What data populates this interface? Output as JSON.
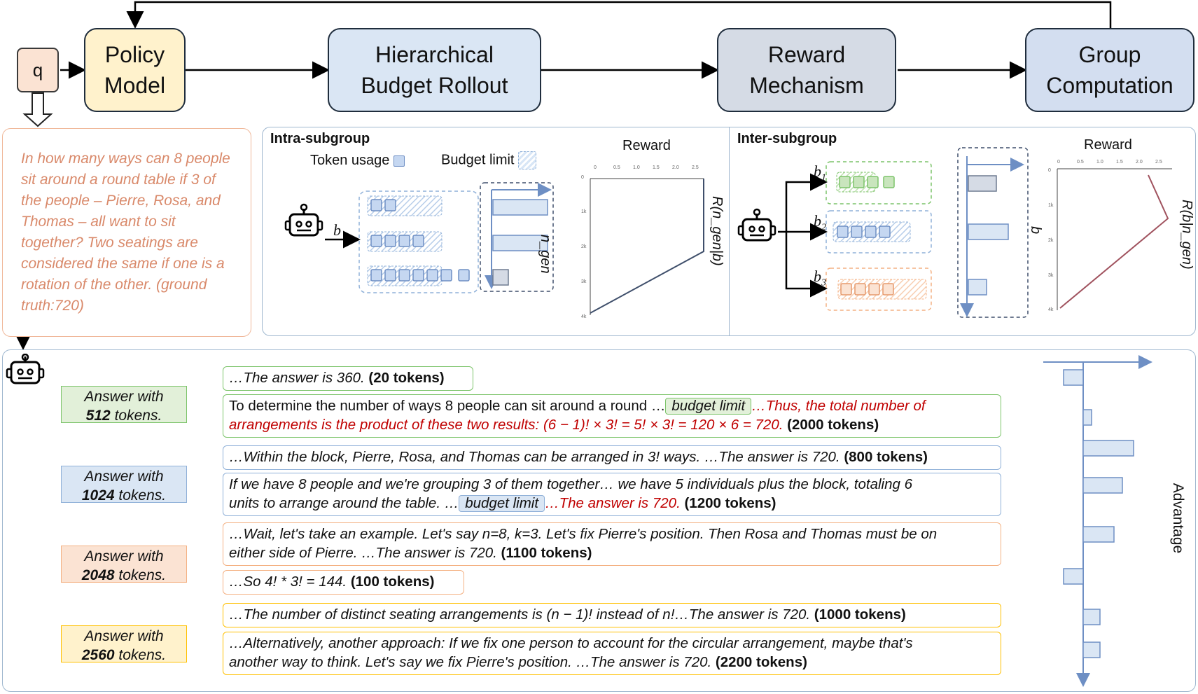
{
  "flow": {
    "q": "q",
    "policy_line1": "Policy",
    "policy_line2": "Model",
    "hbr_line1": "Hierarchical",
    "hbr_line2": "Budget Rollout",
    "reward_line1": "Reward",
    "reward_line2": "Mechanism",
    "group_line1": "Group",
    "group_line2": "Computation"
  },
  "question": "In how many ways can 8 people sit around a round table if 3 of the people – Pierre, Rosa, and Thomas – all want to sit together? Two seatings are considered the same if one is a rotation of the other. (ground truth:720)",
  "intra": {
    "title": "Intra-subgroup",
    "token_usage": "Token usage",
    "budget_limit": "Budget limit",
    "b": "b",
    "reward_title": "Reward",
    "y_axis": "n_gen",
    "curve_label": "R(n_gen|b)",
    "ticks_top": [
      "0",
      "0.5",
      "1.0",
      "1.5",
      "2.0",
      "2.5"
    ],
    "ticks_left": [
      "0",
      "1k",
      "2k",
      "3k",
      "4k"
    ]
  },
  "inter": {
    "title": "Inter-subgroup",
    "b1": "b",
    "b1_sub": "1",
    "b2": "b",
    "b2_sub": "2",
    "b3": "b",
    "b3_sub": "3",
    "reward_title": "Reward",
    "y_axis": "b",
    "curve_label": "R(b|n_gen)",
    "ticks_top": [
      "0",
      "0.5",
      "1.0",
      "1.5",
      "2.0",
      "2.5"
    ],
    "ticks_left": [
      "0",
      "1k",
      "2k",
      "3k",
      "4k"
    ]
  },
  "groups": [
    {
      "label1": "Answer with",
      "label2": "512",
      "label3": " tokens."
    },
    {
      "label1": "Answer with",
      "label2": "1024",
      "label3": " tokens."
    },
    {
      "label1": "Answer with",
      "label2": "2048",
      "label3": " tokens."
    },
    {
      "label1": "Answer with",
      "label2": "2560",
      "label3": " tokens."
    }
  ],
  "responses": {
    "r1_text": "…The answer is 360.",
    "r1_tokens": "(20 tokens)",
    "r2_text_a": "To determine the number of ways 8 people can sit around a round …",
    "r2_bl": "budget limit",
    "r2_red_a": "…Thus, the total number of",
    "r2_red_b": "arrangements is the product of these two results: (6 − 1)! × 3! = 5! × 3! = 120 × 6 = 720.",
    "r2_tokens": "(2000 tokens)",
    "r3_text": "…Within the block, Pierre, Rosa, and Thomas can be arranged in 3! ways. …The answer is 720.",
    "r3_tokens": "(800 tokens)",
    "r4_text_a": "If we have 8 people and we're grouping 3 of them together… we have 5 individuals plus the block, totaling 6",
    "r4_text_b": "units to arrange around the table. …",
    "r4_bl": "budget limit",
    "r4_red": "…The answer is 720.",
    "r4_tokens": "(1200 tokens)",
    "r5_text_a": "…Wait, let's take an example. Let's say n=8, k=3. Let's fix Pierre's position. Then Rosa and Thomas must be on",
    "r5_text_b": "either side of Pierre. …The answer is 720.",
    "r5_tokens": "(1100 tokens)",
    "r6_text": "…So 4! * 3! = 144.",
    "r6_tokens": "(100 tokens)",
    "r7_text": "…The number of distinct seating arrangements is (n − 1)! instead of n!…The answer is 720.",
    "r7_tokens": "(1000 tokens)",
    "r8_text_a": "…Alternatively, another approach: If we fix one person to account for the circular arrangement, maybe that's",
    "r8_text_b": "another way to think. Let's say we fix Pierre's position. …The answer is 720.",
    "r8_tokens": "(2200 tokens)"
  },
  "advantage": {
    "label": "Advantage",
    "values": [
      -0.35,
      0.15,
      0.9,
      0.7,
      0.55,
      -0.35,
      0.3,
      0.3
    ]
  },
  "colors": {
    "green": "#7cc46a",
    "green_fill": "#e2f0d9",
    "blue": "#8fb0d8",
    "blue_fill": "#dae6f4",
    "orange": "#f4b183",
    "orange_fill": "#fbe3d3",
    "yellow": "#ffc000",
    "yellow_fill": "#fff2cc",
    "red": "#c00000"
  }
}
